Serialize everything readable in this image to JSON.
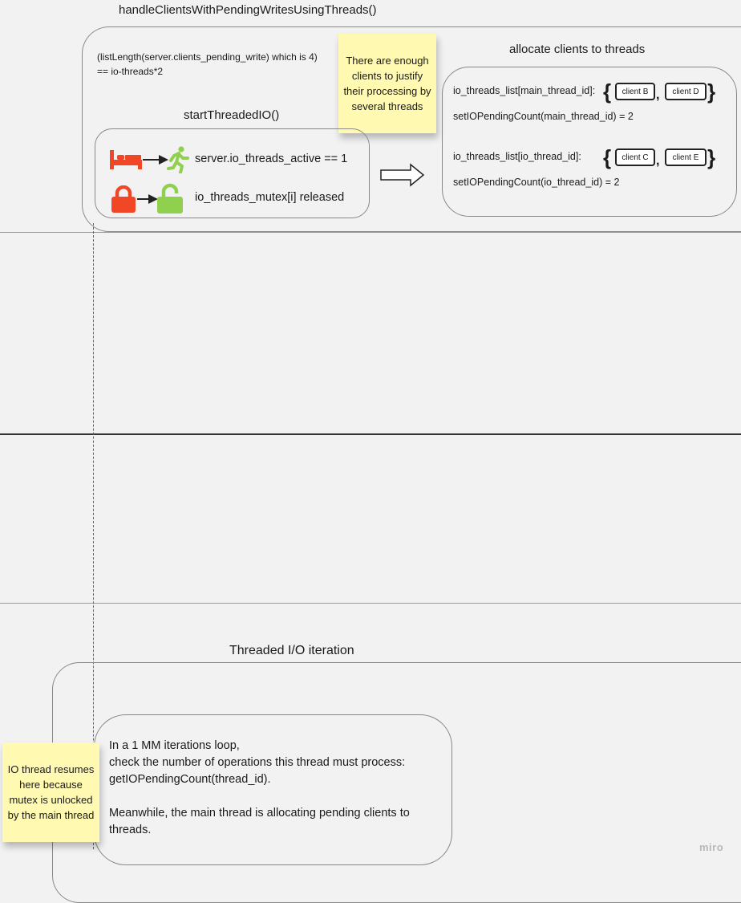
{
  "diagram": {
    "main_title": "handleClientsWithPendingWritesUsingThreads()",
    "condition": {
      "line1": "(listLength(server.clients_pending_write) which is 4)",
      "line2": "== io-threads*2"
    },
    "sticky_justify": "There are enough clients to justify their processing by several threads",
    "start_io": {
      "title": "startThreadedIO()",
      "row1_text": "server.io_threads_active == 1",
      "row2_text": "io_threads_mutex[i] released"
    },
    "allocate": {
      "title": "allocate clients to threads",
      "main_list_label": "io_threads_list[main_thread_id]:",
      "main_clients": [
        "client B",
        "client D"
      ],
      "main_count": "setIOPendingCount(main_thread_id) = 2",
      "io_list_label": "io_threads_list[io_thread_id]:",
      "io_clients": [
        "client C",
        "client E"
      ],
      "io_count": "setIOPendingCount(io_thread_id) = 2",
      "comma": ","
    },
    "threaded_io": {
      "title": "Threaded I/O iteration",
      "line1": "In a 1 MM iterations loop,",
      "line2": "check the number of operations this thread must process:",
      "line3": "getIOPendingCount(thread_id).",
      "line4": "Meanwhile, the main thread is allocating pending clients to threads."
    },
    "sticky_resume": "IO thread resumes here because mutex is unlocked by the main thread",
    "watermark": "miro",
    "colors": {
      "background": "#f2f2f2",
      "sticky": "#fff9b1",
      "red": "#f24726",
      "green": "#8fd14f"
    },
    "icons": [
      "bed-icon",
      "running-person-icon",
      "locked-padlock-icon",
      "unlocked-padlock-icon",
      "arrow-right-icon"
    ]
  }
}
